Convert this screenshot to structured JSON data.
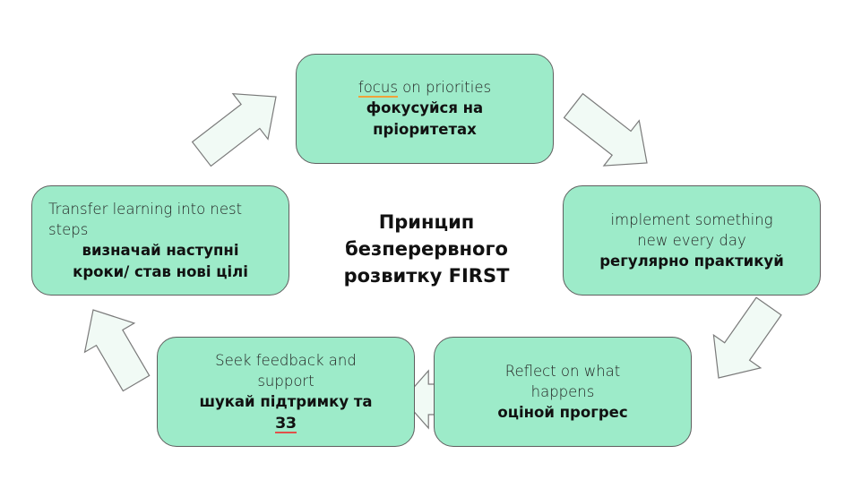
{
  "title": "Принцип безперервного розвитку FIRST",
  "steps": [
    {
      "en_underlined": "focus",
      "en_rest": " on priorities",
      "uk": "фокусуйся на пріоритетах"
    },
    {
      "en": "implement something new every day",
      "uk": "регулярно практикуй"
    },
    {
      "en": "Reflect on what happens",
      "uk": "оціной прогрес"
    },
    {
      "en": "Seek feedback and support",
      "uk_main": "шукай підтримку та",
      "uk_underlined": "ЗЗ"
    },
    {
      "en": "Transfer learning into nest steps",
      "uk": "визначай наступні кроки/ став нові цілі"
    }
  ],
  "colors": {
    "box": "#9debc9",
    "arrow_fill": "#f1faf5",
    "arrow_stroke": "#7a7a7a"
  }
}
